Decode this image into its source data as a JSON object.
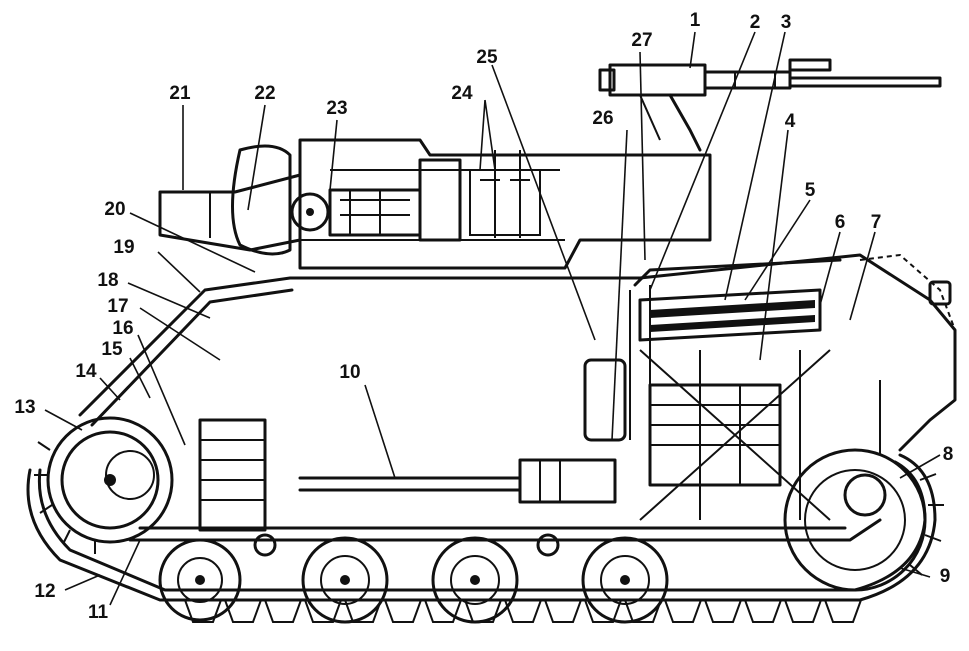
{
  "diagram": {
    "colors": {
      "ink": "#111111",
      "paper": "#ffffff"
    },
    "callouts": [
      "1",
      "2",
      "3",
      "4",
      "5",
      "6",
      "7",
      "8",
      "9",
      "10",
      "11",
      "12",
      "13",
      "14",
      "15",
      "16",
      "17",
      "18",
      "19",
      "20",
      "21",
      "22",
      "23",
      "24",
      "25",
      "26",
      "27"
    ]
  }
}
